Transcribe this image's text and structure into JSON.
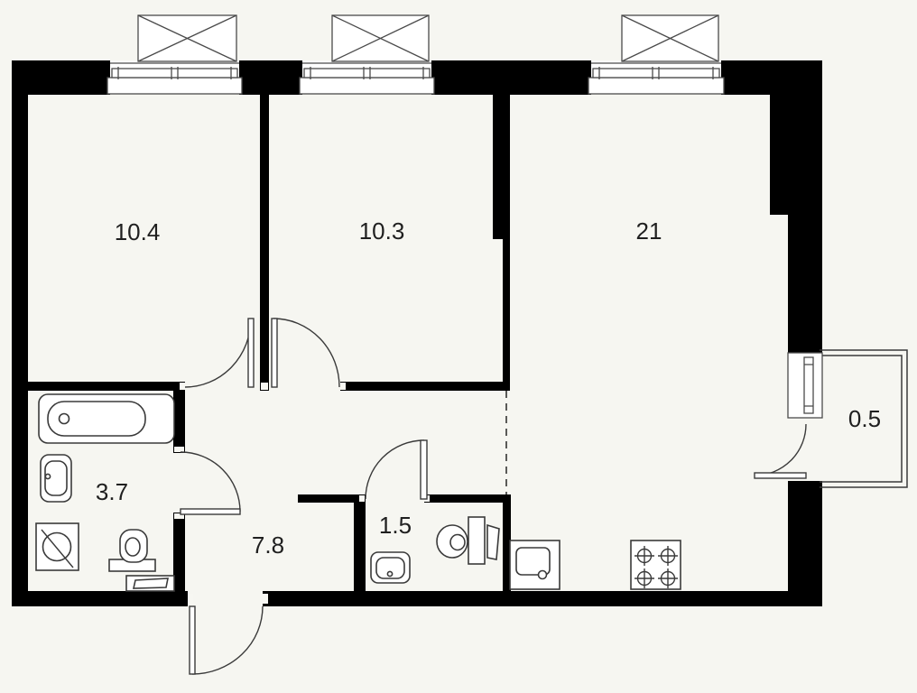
{
  "plan": {
    "type": "apartment-floor-plan",
    "colors": {
      "background": "#f6f6f1",
      "walls": "#000000",
      "fixture_lines": "#3a3a3a"
    },
    "rooms": [
      {
        "name": "room-1",
        "area": "10.4"
      },
      {
        "name": "room-2",
        "area": "10.3"
      },
      {
        "name": "kitchen-living-room",
        "area": "21"
      },
      {
        "name": "bathroom",
        "area": "3.7"
      },
      {
        "name": "hallway",
        "area": "7.8"
      },
      {
        "name": "wc",
        "area": "1.5"
      },
      {
        "name": "balcony",
        "area": "0.5"
      }
    ],
    "fixtures": [
      "window",
      "window",
      "window",
      "balcony-window",
      "balcony-door",
      "bathtub",
      "bathroom-sink",
      "washing-machine",
      "toilet",
      "towel-radiator",
      "wc-sink",
      "wc-toilet",
      "kitchen-sink",
      "stove",
      "door-room-1",
      "door-room-2",
      "door-bathroom",
      "door-wc",
      "entrance-door"
    ]
  }
}
